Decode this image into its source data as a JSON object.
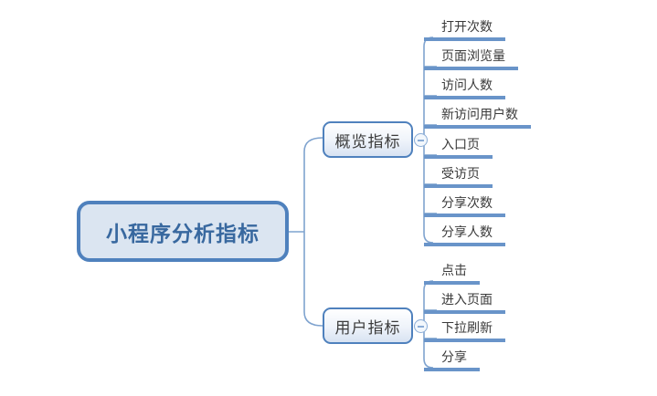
{
  "mindmap": {
    "title": "小程序分析指标 mind map",
    "root": {
      "label": "小程序分析指标"
    },
    "branches": [
      {
        "label": "概览指标",
        "collapsed": false,
        "children": [
          "打开次数",
          "页面浏览量",
          "访问人数",
          "新访问用户数",
          "入口页",
          "受访页",
          "分享次数",
          "分享人数"
        ]
      },
      {
        "label": "用户指标",
        "collapsed": false,
        "children": [
          "点击",
          "进入页面",
          "下拉刷新",
          "分享"
        ]
      }
    ],
    "colors": {
      "node_border": "#4f81bd",
      "root_fill": "#dbe5f1",
      "root_text": "#38689f",
      "branch_fill_bottom": "#d8e3f2",
      "leaf_underline": "#6994c9",
      "connector_line": "#7fa3cf",
      "leaf_text": "#3a3a3a",
      "background": "#ffffff"
    }
  }
}
